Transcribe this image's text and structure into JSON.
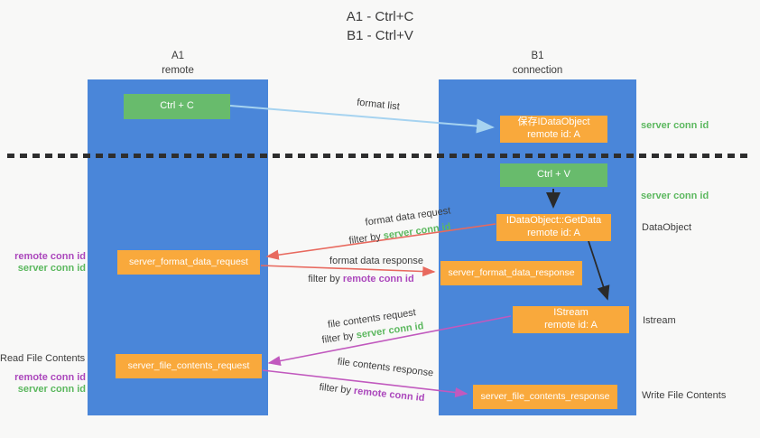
{
  "title": {
    "line1": "A1 - Ctrl+C",
    "line2": "B1 - Ctrl+V"
  },
  "columns": {
    "a1": {
      "name": "A1",
      "subtitle": "remote"
    },
    "b1": {
      "name": "B1",
      "subtitle": "connection"
    }
  },
  "boxes": {
    "ctrl_c": {
      "label": "Ctrl + C"
    },
    "save_idataobject": {
      "line1": "保存IDataObject",
      "line2": "remote id: A"
    },
    "ctrl_v": {
      "label": "Ctrl + V"
    },
    "getdata": {
      "line1": "IDataObject::GetData",
      "line2": "remote id: A"
    },
    "format_request": {
      "label": "server_format_data_request"
    },
    "format_response": {
      "label": "server_format_data_response"
    },
    "istream": {
      "line1": "IStream",
      "line2": "remote id: A"
    },
    "file_request": {
      "label": "server_file_contents_request"
    },
    "file_response": {
      "label": "server_file_contents_response"
    }
  },
  "arrow_labels": {
    "format_list": "format list",
    "format_data_request": "format data request",
    "format_data_response": "format data response",
    "file_contents_request": "file contents request",
    "file_contents_response": "file contents response",
    "filter_by": "filter by",
    "server_conn_id": "server conn id",
    "remote_conn_id": "remote conn id"
  },
  "side_labels": {
    "right_server_conn_id_top": "server conn id",
    "right_server_conn_id_mid": "server conn id",
    "dataobject": "DataObject",
    "istream": "Istream",
    "write_file_contents": "Write File Contents",
    "left_remote_conn_id_top": "remote conn id",
    "left_server_conn_id_top": "server conn id",
    "read_file_contents": "Read File Contents",
    "left_remote_conn_id_bottom": "remote conn id",
    "left_server_conn_id_bottom": "server conn id"
  },
  "colors": {
    "background": "#f8f8f7",
    "column_blue": "#4a86d9",
    "box_green": "#68bb6c",
    "box_orange": "#f9a93c",
    "arrow_light_blue": "#a6d3f0",
    "arrow_red": "#e8695e",
    "arrow_magenta": "#c159be",
    "arrow_black": "#2a2a2a",
    "text_green": "#5cb85f",
    "text_purple": "#ab47bc",
    "text_dark": "#3c3c3c"
  }
}
